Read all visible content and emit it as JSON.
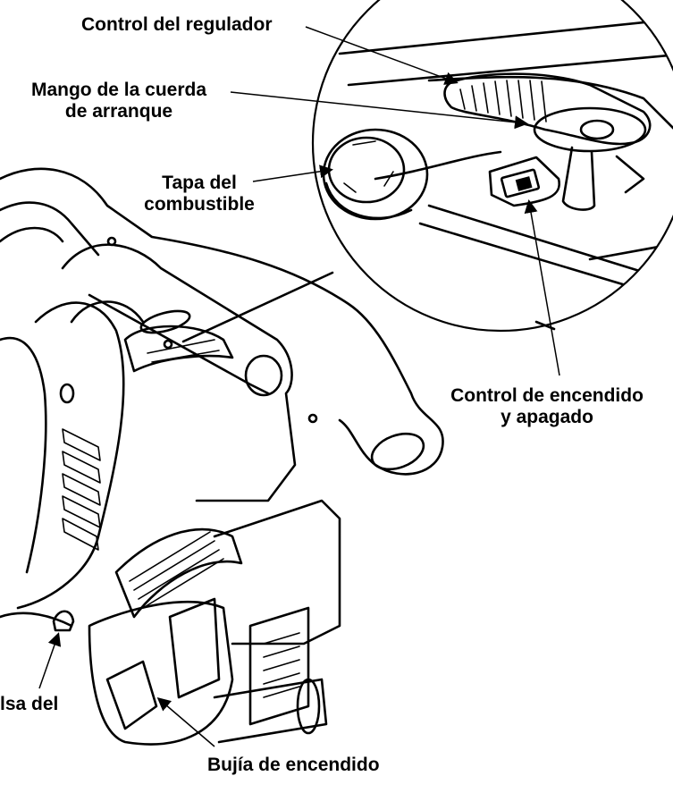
{
  "labels": {
    "throttle": "Control del regulador",
    "starter_line1": "Mango de la cuerda",
    "starter_line2": "de arranque",
    "fuel_line1": "Tapa del",
    "fuel_line2": "combustible",
    "onoff_line1": "Control de encendido",
    "onoff_line2": "y apagado",
    "purge_partial": "lsa del",
    "spark": "Bujía de encendido"
  },
  "icons": {
    "onoff_switch": "rocker-switch-icon"
  }
}
